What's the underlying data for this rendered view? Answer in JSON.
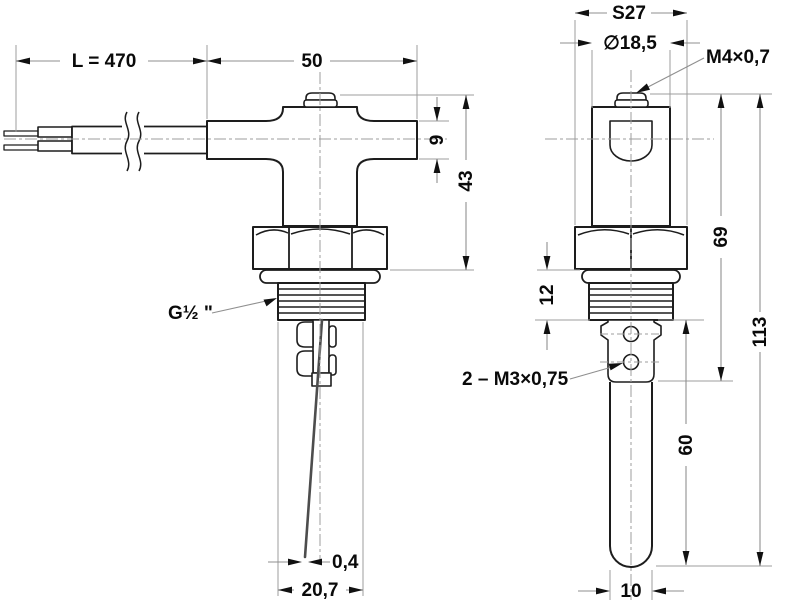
{
  "meta": {
    "drawing_type": "technical dimension drawing, paddle flow switch with cable",
    "colors": {
      "background": "#ffffff",
      "part_line": "#1d1d1d",
      "dimension_line": "#8f8f8f",
      "text": "#0a0a0a",
      "paddle_blade": "#4d4d4d"
    }
  },
  "front_view": {
    "name": "front view with cable",
    "dims": {
      "cable_length": "L = 470",
      "head_width": "50",
      "boot_height": "9",
      "head_height": "43",
      "thread_label": "G½ \"",
      "paddle_thickness": "0,4",
      "thread_od": "20,7"
    }
  },
  "side_view": {
    "name": "side view",
    "dims": {
      "hex_width": "S27",
      "body_diameter": "∅18,5",
      "top_screw": "M4×0,7",
      "upper_length": "69",
      "total_length": "113",
      "thread_length": "12",
      "holes_label": "2 – M3×0,75",
      "probe_length": "60",
      "probe_diameter": "10"
    }
  }
}
